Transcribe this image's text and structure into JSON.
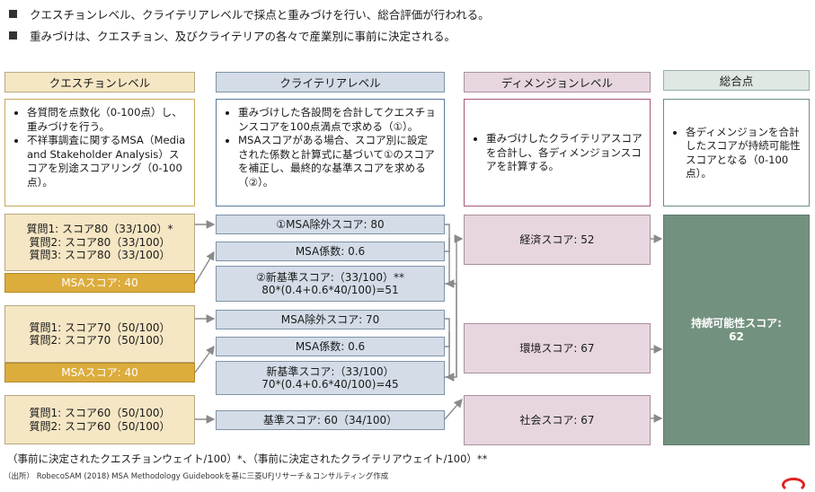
{
  "intro": [
    "クエスチョンレベル、クライテリアレベルで採点と重みづけを行い、総合評価が行われる。",
    "重みづけは、クエスチョン、及びクライテリアの各々で産業別に事前に決定される。"
  ],
  "headers": {
    "question": "クエスチョンレベル",
    "criteria": "クライテリアレベル",
    "dimension": "ディメンジョンレベル",
    "total": "総合点"
  },
  "descriptions": {
    "question": [
      "各質問を点数化（0-100点）し、重みづけを行う。",
      "不祥事調査に関するMSA（Media and Stakeholder Analysis）スコアを別途スコアリング（0-100点）。"
    ],
    "criteria": [
      "重みづけした各設問を合計してクエスチョンスコアを100点満点で求める（①）。",
      "MSAスコアがある場合、スコア別に設定された係数と計算式に基づいて①のスコアを補正し、最終的な基準スコアを求める（②）。"
    ],
    "dimension": [
      "重みづけしたクライテリアスコアを合計し、各ディメンジョンスコアを計算する。"
    ],
    "total": [
      "各ディメンジョンを合計したスコアが持続可能性スコアとなる（0-100点）。"
    ]
  },
  "group1": {
    "questions": [
      "質問1: スコア80（33/100）*",
      "質問2: スコア80（33/100）",
      "質問3: スコア80（33/100）"
    ],
    "msa": "MSAスコア: 40",
    "criteria": {
      "excl": "①MSA除外スコア: 80",
      "coef": "MSA係数: 0.6",
      "new_title": "②新基準スコア:（33/100）**",
      "new_formula": "80*(0.4+0.6*40/100)=51"
    },
    "dimension": "経済スコア: 52"
  },
  "group2": {
    "questions": [
      "質問1: スコア70（50/100）",
      "質問2: スコア70（50/100）"
    ],
    "msa": "MSAスコア: 40",
    "criteria": {
      "excl": "MSA除外スコア: 70",
      "coef": "MSA係数:  0.6",
      "new_title": "新基準スコア:（33/100）",
      "new_formula": "70*(0.4+0.6*40/100)=45"
    },
    "dimension": "環境スコア: 67"
  },
  "group3": {
    "questions": [
      "質問1: スコア60（50/100）",
      "質問2: スコア60（50/100）"
    ],
    "criteria": {
      "base": "基準スコア: 60（34/100）"
    },
    "dimension": "社会スコア: 67"
  },
  "total_box": {
    "label": "持続可能性スコア:",
    "value": "62"
  },
  "footnote": "（事前に決定されたクエスチョンウェイト/100）*、（事前に決定されたクライテリアウェイト/100）**",
  "source": "（出所） RobecoSAM (2018) MSA Methodology Guidebookを基に三菱UFJリサーチ＆コンサルティング作成",
  "colors": {
    "question": "#f5e6c4",
    "criteria": "#d3dce7",
    "dimension": "#e7d6df",
    "msa": "#dcac3c",
    "total": "#73917f"
  }
}
